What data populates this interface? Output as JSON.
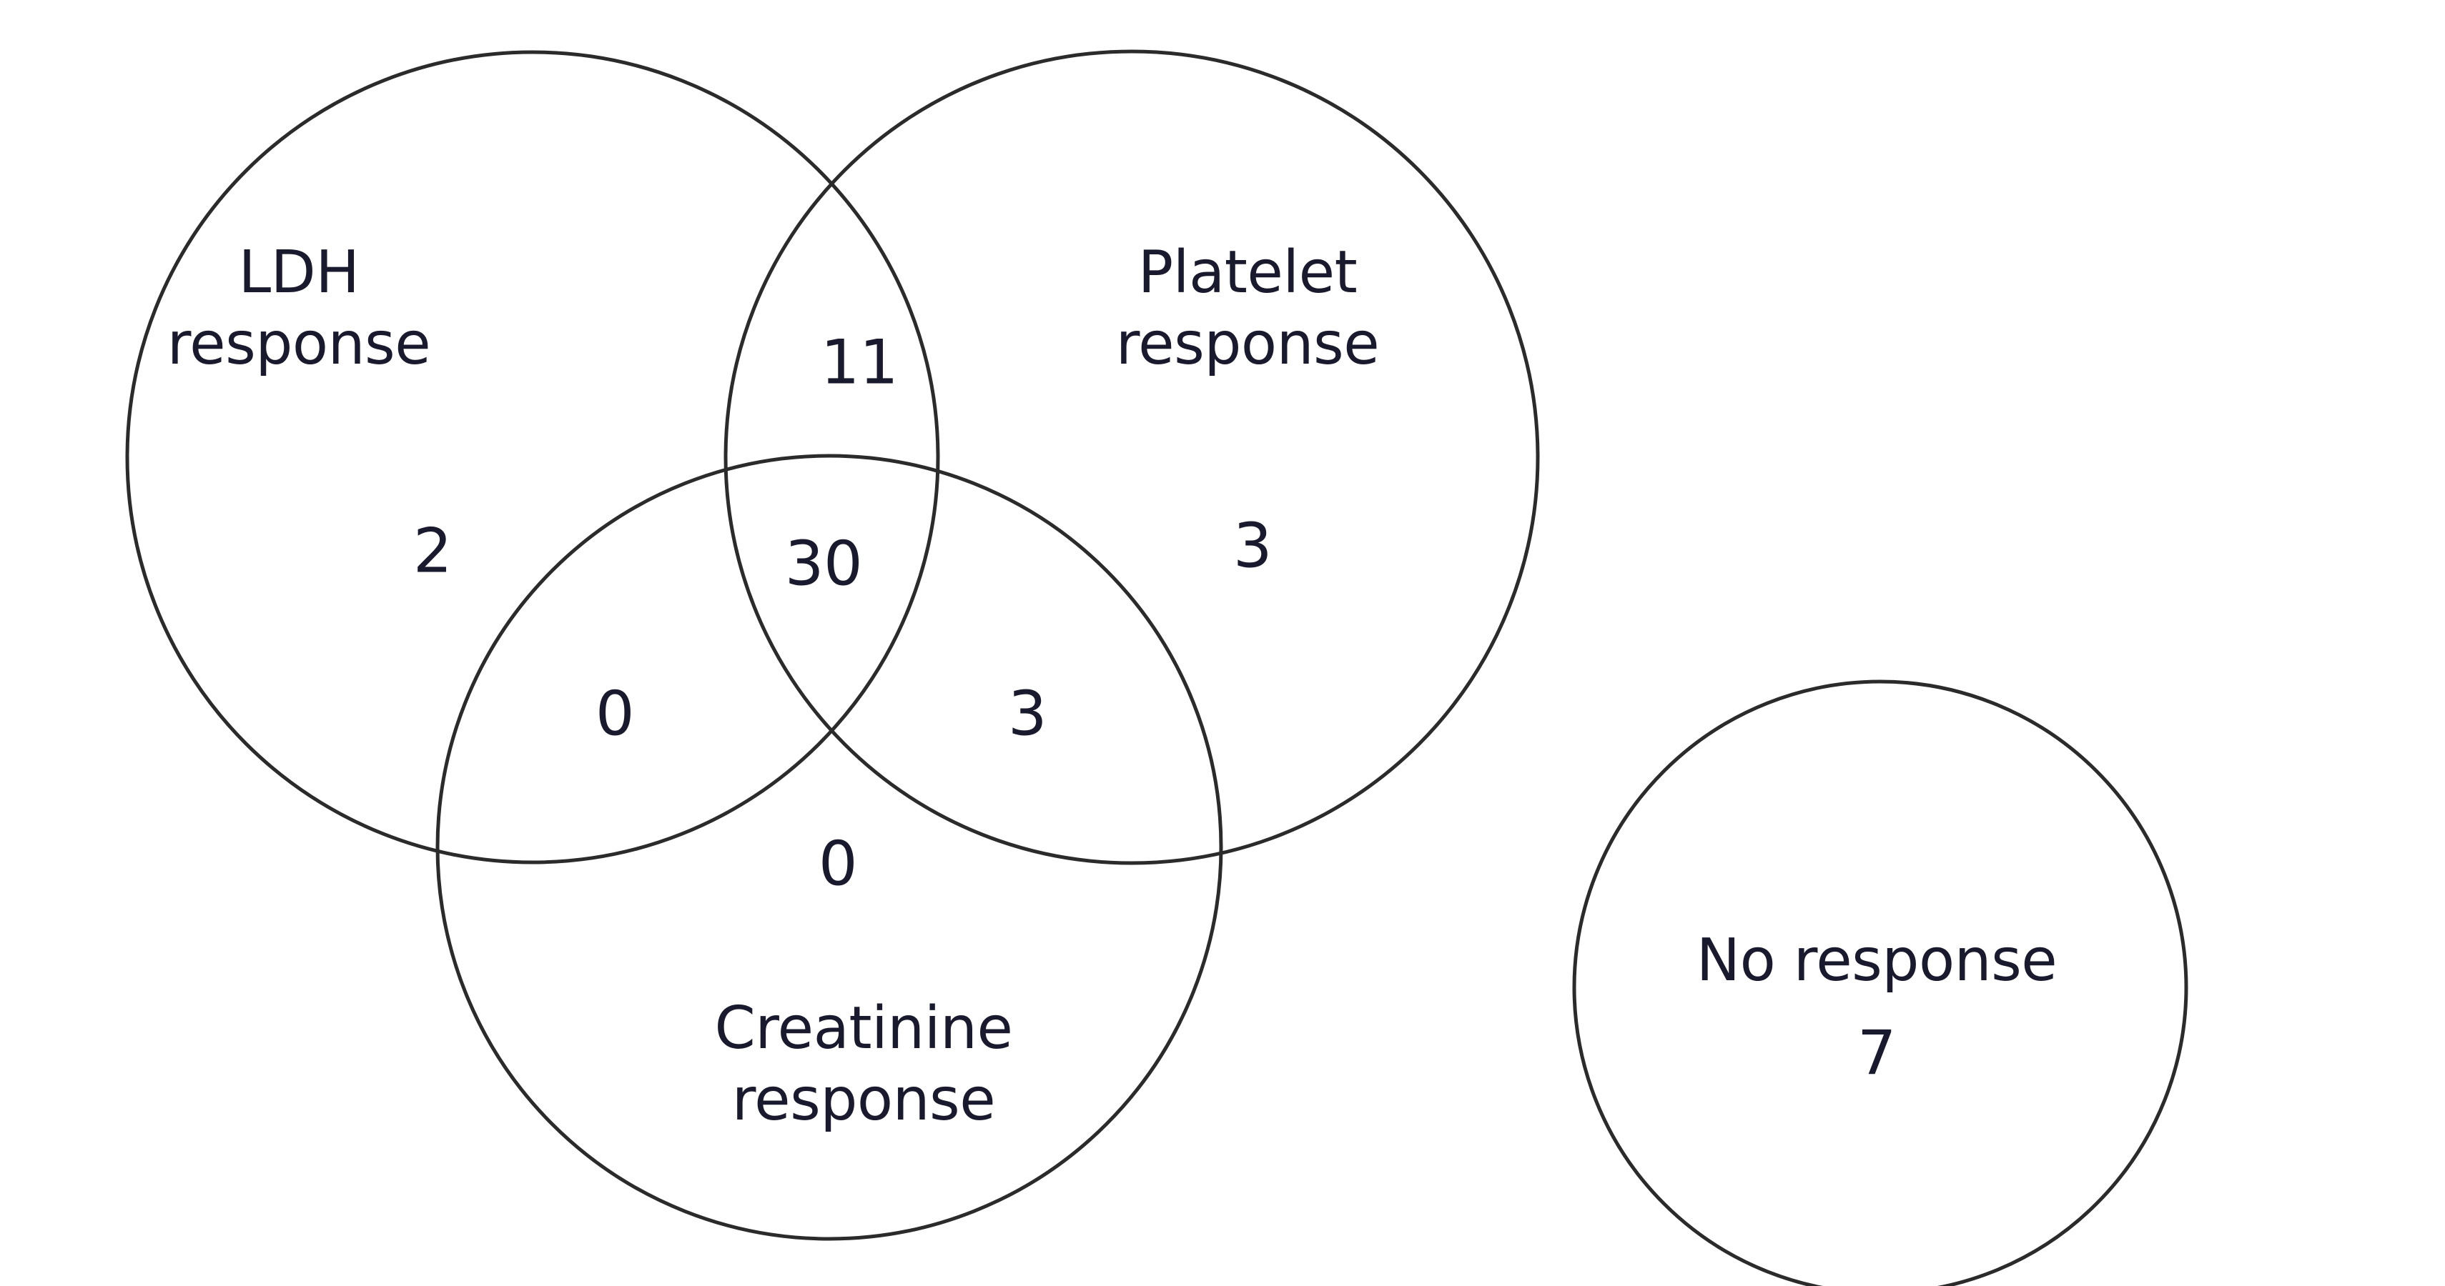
{
  "diagram": {
    "type": "venn",
    "title": "",
    "background_color": "#ffffff",
    "stroke_color": "#2b2b2b",
    "text_color": "#1a1a2e",
    "sets": [
      {
        "id": "ldh",
        "label_line1": "LDH",
        "label_line2": "response",
        "exclusive_count": "2"
      },
      {
        "id": "platelet",
        "label_line1": "Platelet",
        "label_line2": "response",
        "exclusive_count": "3"
      },
      {
        "id": "creatinine",
        "label_line1": "Creatinine",
        "label_line2": "response",
        "exclusive_count": "0"
      }
    ],
    "intersections": [
      {
        "id": "ldh-platelet",
        "count": "11"
      },
      {
        "id": "ldh-platelet-creatinine",
        "count": "30"
      },
      {
        "id": "ldh-creatinine",
        "count": "0"
      },
      {
        "id": "platelet-creatinine",
        "count": "3"
      }
    ],
    "outside": {
      "id": "no-response",
      "label": "No response",
      "count": "7"
    }
  },
  "chart_data": {
    "type": "venn",
    "title": "",
    "sets": [
      "LDH response",
      "Platelet response",
      "Creatinine response"
    ],
    "regions": [
      {
        "label": "LDH response only",
        "value": 2
      },
      {
        "label": "Platelet response only",
        "value": 3
      },
      {
        "label": "Creatinine response only",
        "value": 0
      },
      {
        "label": "LDH ∩ Platelet",
        "value": 11
      },
      {
        "label": "LDH ∩ Creatinine",
        "value": 0
      },
      {
        "label": "Platelet ∩ Creatinine",
        "value": 3
      },
      {
        "label": "LDH ∩ Platelet ∩ Creatinine",
        "value": 30
      },
      {
        "label": "No response",
        "value": 7
      }
    ],
    "legend": "none",
    "grid": false
  }
}
